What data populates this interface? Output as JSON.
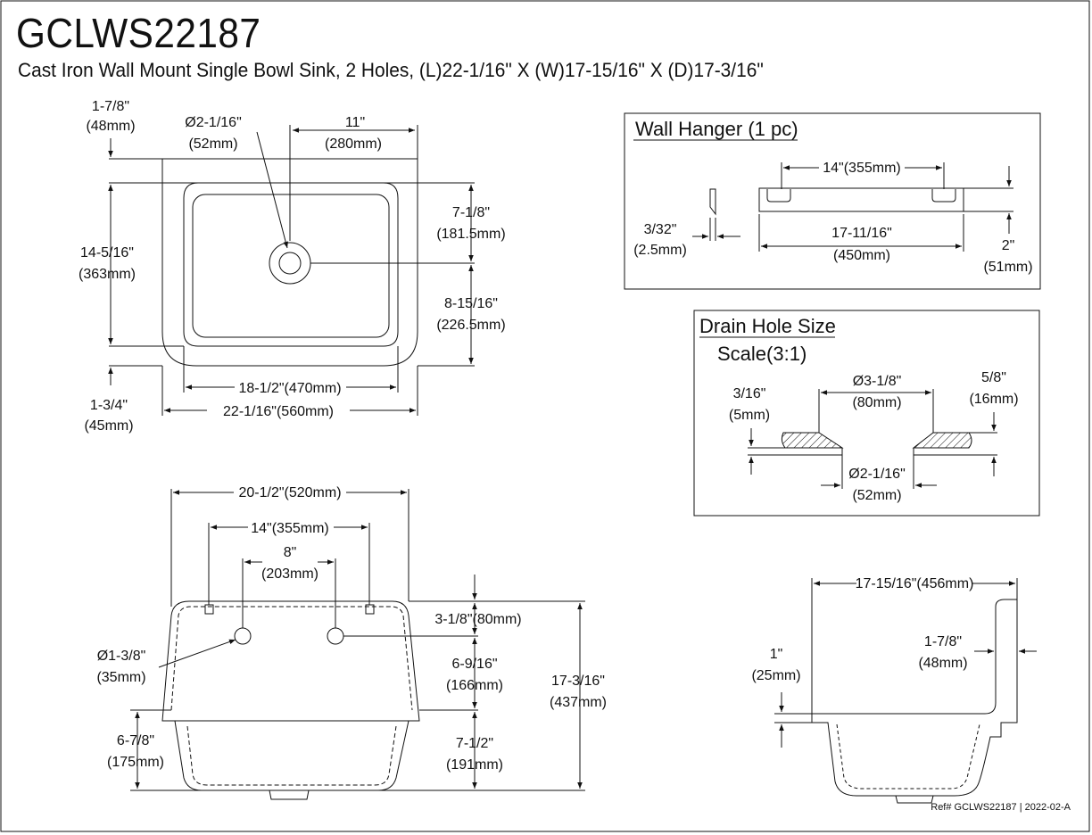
{
  "header": {
    "model": "GCLWS22187",
    "description": "Cast Iron Wall Mount Single Bowl Sink, 2 Holes, (L)22-1/16\" X (W)17-15/16\" X (D)17-3/16\""
  },
  "top_view": {
    "left_top_offset": [
      "1-7/8\"",
      "(48mm)"
    ],
    "hole_dia": [
      "Ø2-1/16\"",
      "(52mm)"
    ],
    "hole_offset": [
      "11\"",
      "(280mm)"
    ],
    "height": [
      "14-5/16\"",
      "(363mm)"
    ],
    "drain_upper": [
      "7-1/8\"",
      "(181.5mm)"
    ],
    "drain_lower": [
      "8-15/16\"",
      "(226.5mm)"
    ],
    "bottom_offset": [
      "1-3/4\"",
      "(45mm)"
    ],
    "bowl_width": "18-1/2\"(470mm)",
    "overall_width": "22-1/16\"(560mm)"
  },
  "wall_hanger": {
    "title": "Wall Hanger (1 pc)",
    "hole_spacing": "14\"(355mm)",
    "thickness": [
      "3/32\"",
      "(2.5mm)"
    ],
    "length": [
      "17-11/16\"",
      "(450mm)"
    ],
    "height": [
      "2\"",
      "(51mm)"
    ]
  },
  "drain_hole": {
    "title": "Drain Hole Size",
    "scale": "Scale(3:1)",
    "top_dia": [
      "Ø3-1/8\"",
      "(80mm)"
    ],
    "left_thick": [
      "3/16\"",
      "(5mm)"
    ],
    "right_thick": [
      "5/8\"",
      "(16mm)"
    ],
    "bottom_dia": [
      "Ø2-1/16\"",
      "(52mm)"
    ]
  },
  "front_view": {
    "top_width": "20-1/2\"(520mm)",
    "hanger_spacing": "14\"(355mm)",
    "hole_spacing": [
      "8\"",
      "(203mm)"
    ],
    "hole_dia": [
      "Ø1-3/8\"",
      "(35mm)"
    ],
    "hole_from_top": "3-1/8\"(80mm)",
    "back_height": [
      "6-9/16\"",
      "(166mm)"
    ],
    "overall_depth": [
      "17-3/16\"",
      "(437mm)"
    ],
    "bowl_left": [
      "6-7/8\"",
      "(175mm)"
    ],
    "bowl_depth": [
      "7-1/2\"",
      "(191mm)"
    ]
  },
  "side_view": {
    "width": "17-15/16\"(456mm)",
    "back_thick": [
      "1-7/8\"",
      "(48mm)"
    ],
    "rim": [
      "1\"",
      "(25mm)"
    ]
  },
  "footer": {
    "reference": "Ref# GCLWS22187 | 2022-02-A"
  }
}
